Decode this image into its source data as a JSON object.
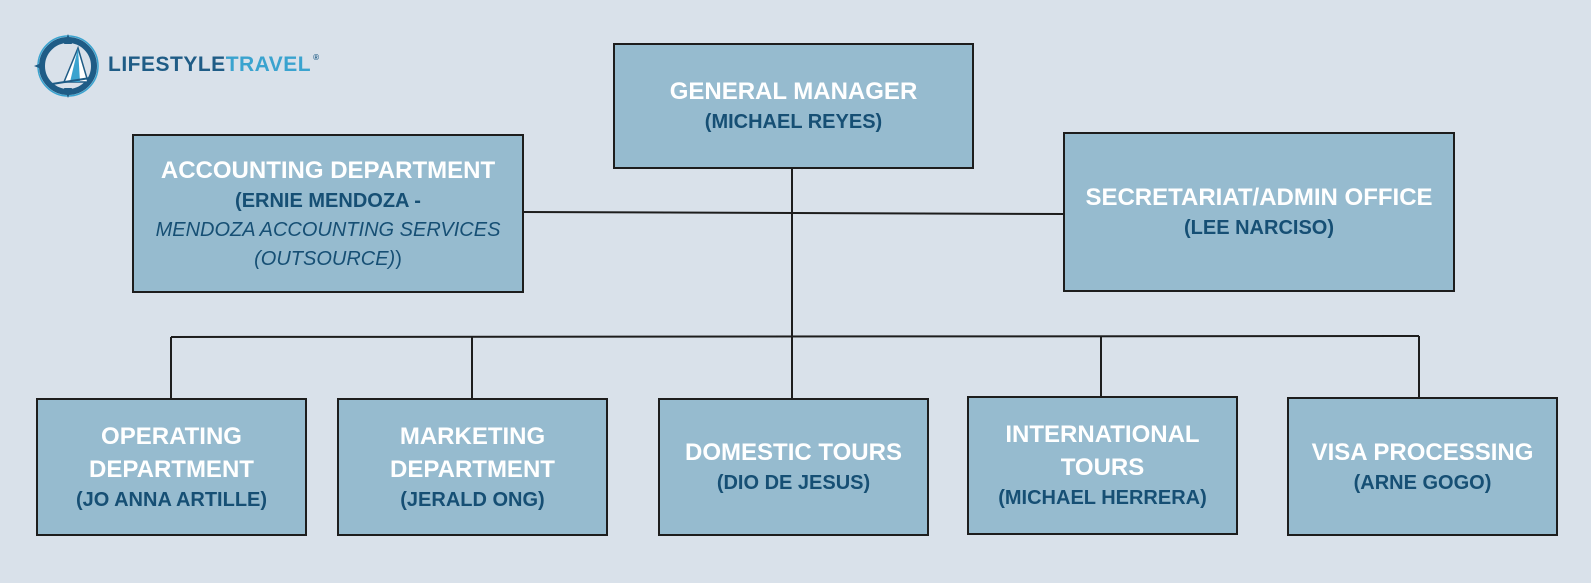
{
  "logo": {
    "text_main": "LIFESTYLE",
    "text_accent": "TRAVEL",
    "reg": "®",
    "icon": "compass-sail-icon"
  },
  "nodes": {
    "gm": {
      "title": "GENERAL MANAGER",
      "person": "(MICHAEL REYES)"
    },
    "acct": {
      "title": "ACCOUNTING DEPARTMENT",
      "person_line1": "(ERNIE MENDOZA -",
      "person_line2": "MENDOZA ACCOUNTING SERVICES",
      "person_line3_italic": "(OUTSOURCE)",
      "person_line3_close": ")"
    },
    "sec": {
      "title": "SECRETARIAT/ADMIN OFFICE",
      "person": "(LEE NARCISO)"
    },
    "op": {
      "title_line1": "OPERATING",
      "title_line2": "DEPARTMENT",
      "person": "(JO ANNA ARTILLE)"
    },
    "mkt": {
      "title_line1": "MARKETING",
      "title_line2": "DEPARTMENT",
      "person": "(JERALD ONG)"
    },
    "dom": {
      "title": "DOMESTIC TOURS",
      "person": "(DIO DE JESUS)"
    },
    "intl": {
      "title_line1": "INTERNATIONAL",
      "title_line2": "TOURS",
      "person": "(MICHAEL HERRERA)"
    },
    "visa": {
      "title": "VISA PROCESSING",
      "person": "(ARNE GOGO)"
    }
  },
  "colors": {
    "background": "#d9e1ea",
    "box_fill": "#96bbcf",
    "title_text": "#ffffff",
    "person_text": "#164f74",
    "line": "#1d1d1d"
  }
}
